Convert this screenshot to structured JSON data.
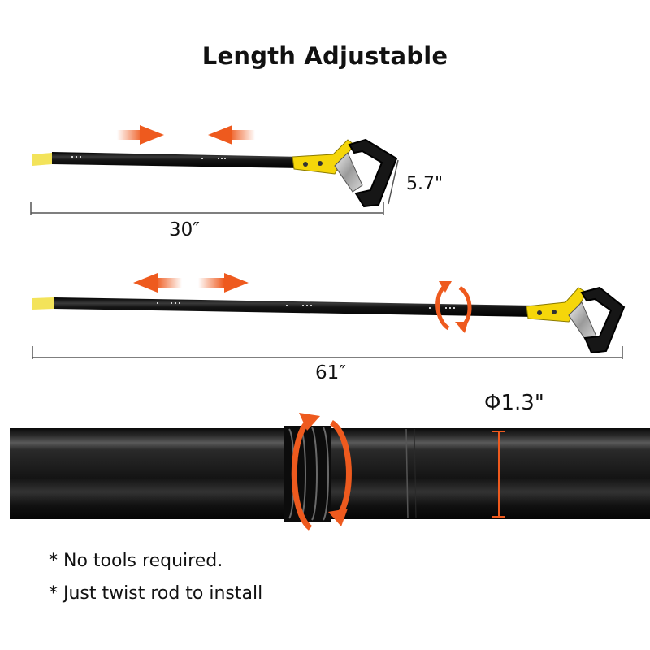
{
  "title": "Length Adjustable",
  "dimensions": {
    "short_length": "30″",
    "handle_height": "5.7\"",
    "long_length": "61″",
    "diameter": "Φ1.3\""
  },
  "notes": [
    "* No tools required.",
    "* Just twist rod to install"
  ],
  "colors": {
    "accent_orange": "#ee5a1e",
    "handle_yellow": "#f5d60a",
    "rod_black": "#111111"
  }
}
